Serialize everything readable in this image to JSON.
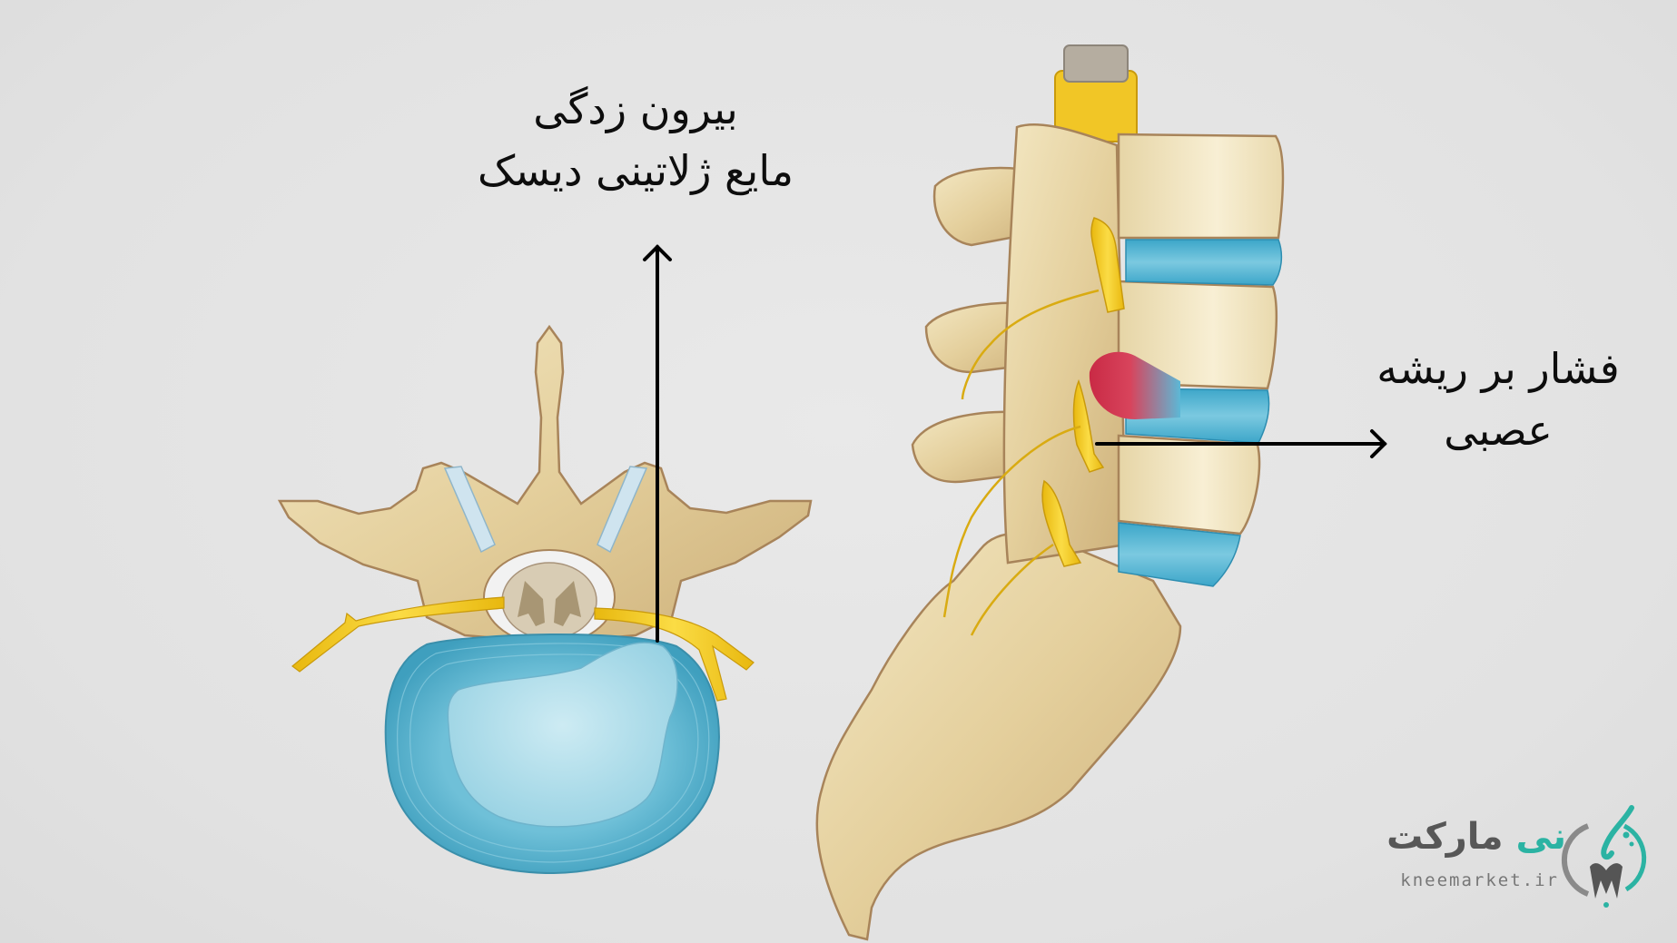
{
  "figure": {
    "subject": "lumbar disc herniation",
    "background_color": "#e4e4e4"
  },
  "annotations": {
    "top": {
      "line1": "بیرون زدگی",
      "line2": "مایع ژلاتینی دیسک",
      "arrow_direction": "up"
    },
    "right": {
      "line1": "فشار بر ریشه",
      "line2": "عصبی",
      "arrow_direction": "right"
    }
  },
  "illustrations": {
    "left": "axial view of lumbar vertebra with herniated disc",
    "right": "lateral view of lumbar spine and sacrum with nerve root compression"
  },
  "colors": {
    "bone": "#e6d3a1",
    "bone_outline": "#a8845a",
    "disc": "#5ab4cf",
    "nucleus": "#a9dbe8",
    "nerve": "#f2c81e",
    "herniation": "#d0334a",
    "arrow": "#000000"
  },
  "logo": {
    "name_part1": "نی",
    "name_part2": "مارکت",
    "domain": "kneemarket.ir",
    "accent": "#2bb3a3",
    "gray": "#575757"
  }
}
